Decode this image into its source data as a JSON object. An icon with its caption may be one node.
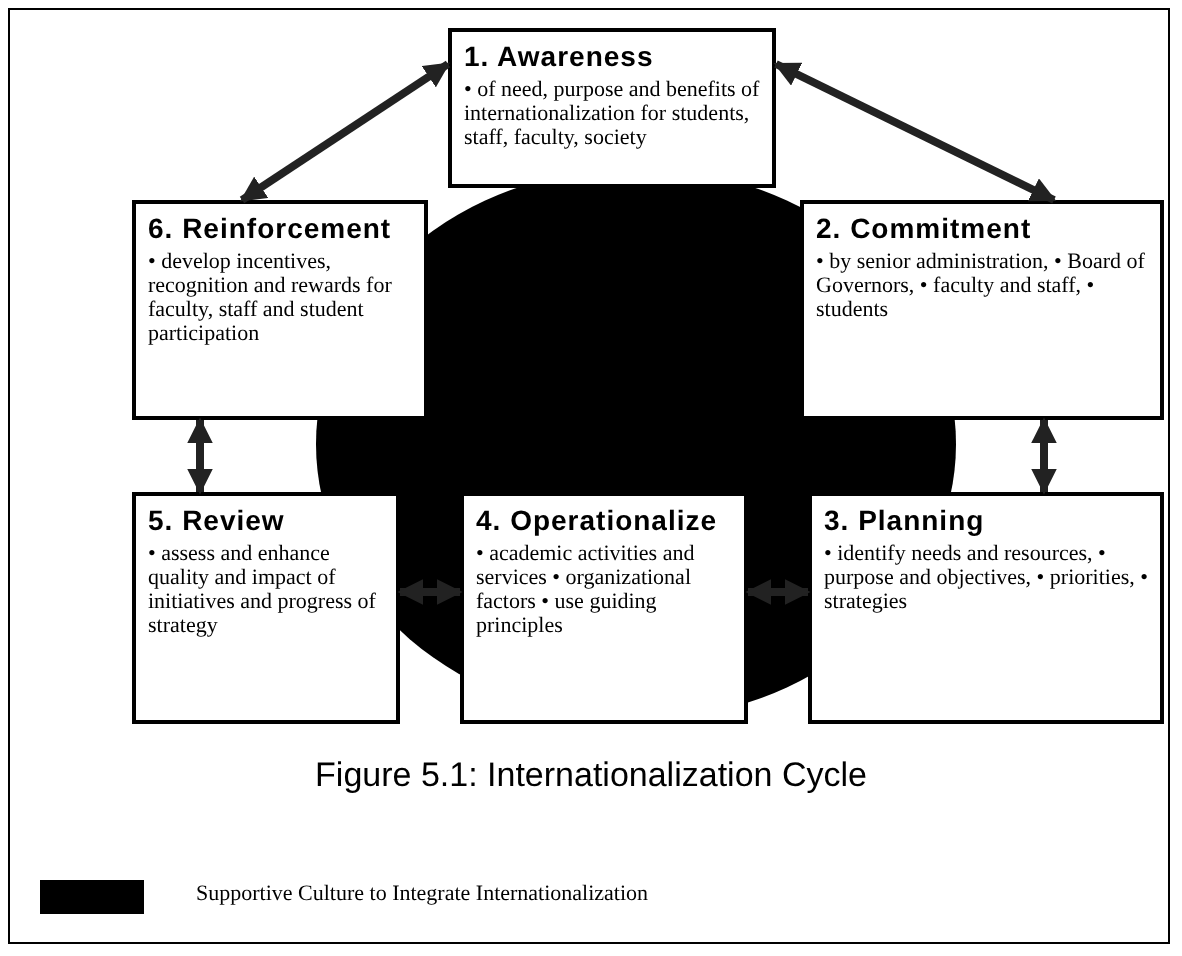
{
  "diagram": {
    "caption": "Figure 5.1: Internationalization Cycle",
    "nodes": [
      {
        "text": [
          "1. Awareness",
          "• of need, purpose and benefits of internationalization for students, staff, faculty, society"
        ]
      },
      {
        "text": [
          "2. Commitment",
          "• by senior administration, • Board of Governors, • faculty and staff, • students"
        ]
      },
      {
        "text": [
          "3. Planning",
          "• identify needs and resources, • purpose and objectives, • priorities, • strategies"
        ]
      },
      {
        "text": [
          "4. Operationalize",
          "• academic activities and services • organizational factors • use guiding principles"
        ]
      },
      {
        "text": [
          "5. Review",
          "• assess and enhance quality and impact of initiatives and progress of strategy"
        ]
      },
      {
        "text": [
          "6. Reinforcement",
          "• develop incentives, recognition and rewards for faculty, staff and student participation"
        ]
      }
    ],
    "edges": [
      {
        "from": 0,
        "to": 5,
        "arrow": "both"
      },
      {
        "from": 0,
        "to": 1,
        "arrow": "both"
      },
      {
        "from": 1,
        "to": 2,
        "arrow": "both"
      },
      {
        "from": 2,
        "to": 3,
        "arrow": "both"
      },
      {
        "from": 3,
        "to": 4,
        "arrow": "both"
      },
      {
        "from": 4,
        "to": 5,
        "arrow": "both"
      }
    ],
    "legend": [
      {
        "text": "Supportive Culture to Integrate Internationalization",
        "color": "#000000"
      }
    ]
  }
}
